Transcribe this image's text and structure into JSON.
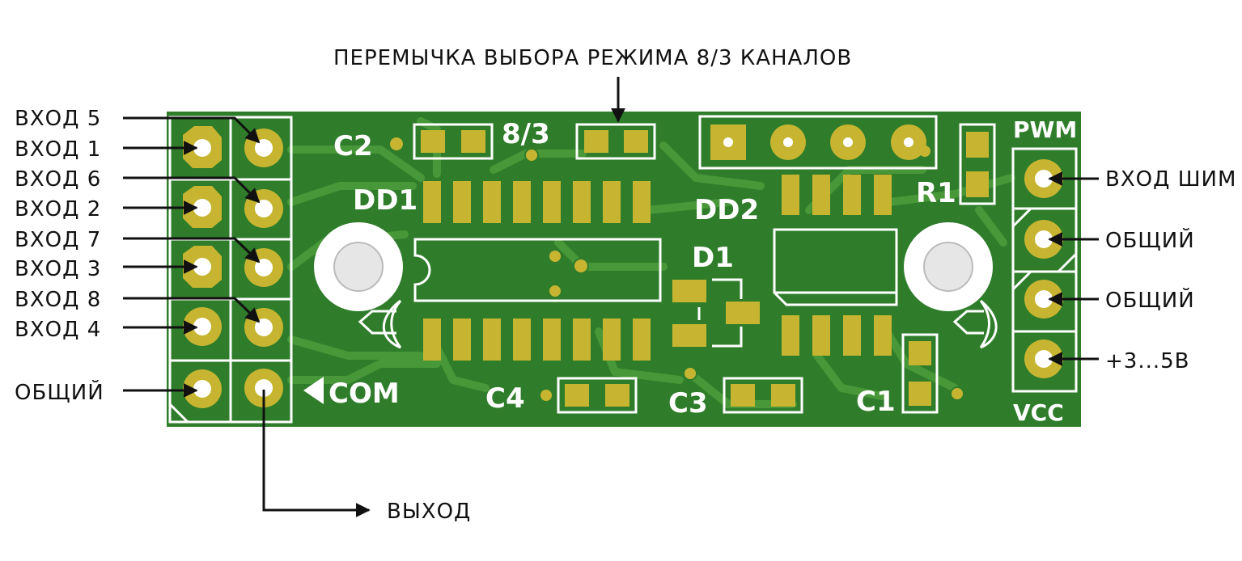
{
  "title": "ПЕРЕМЫЧКА ВЫБОРА РЕЖИМА 8/3 КАНАЛОВ",
  "left_labels": [
    "ВХОД 5",
    "ВХОД 1",
    "ВХОД 6",
    "ВХОД 2",
    "ВХОД 7",
    "ВХОД 3",
    "ВХОД 8",
    "ВХОД 4",
    "ОБЩИЙ"
  ],
  "right_labels": [
    "ВХОД ШИМ",
    "ОБЩИЙ",
    "ОБЩИЙ",
    "+3...5В"
  ],
  "output_label": "ВЫХОД",
  "silkscreen": {
    "c2": "C2",
    "jumper": "8/3",
    "dd1": "DD1",
    "dd2": "DD2",
    "r1": "R1",
    "d1": "D1",
    "com": "COM",
    "c4": "C4",
    "c3": "C3",
    "c1": "C1",
    "pwm": "PWM",
    "vcc": "VCC"
  },
  "colors": {
    "board": "#2f7d2a",
    "trace": "#4b9a3a",
    "pad": "#c7b531",
    "silk": "#ffffff",
    "arrow": "#111111"
  }
}
